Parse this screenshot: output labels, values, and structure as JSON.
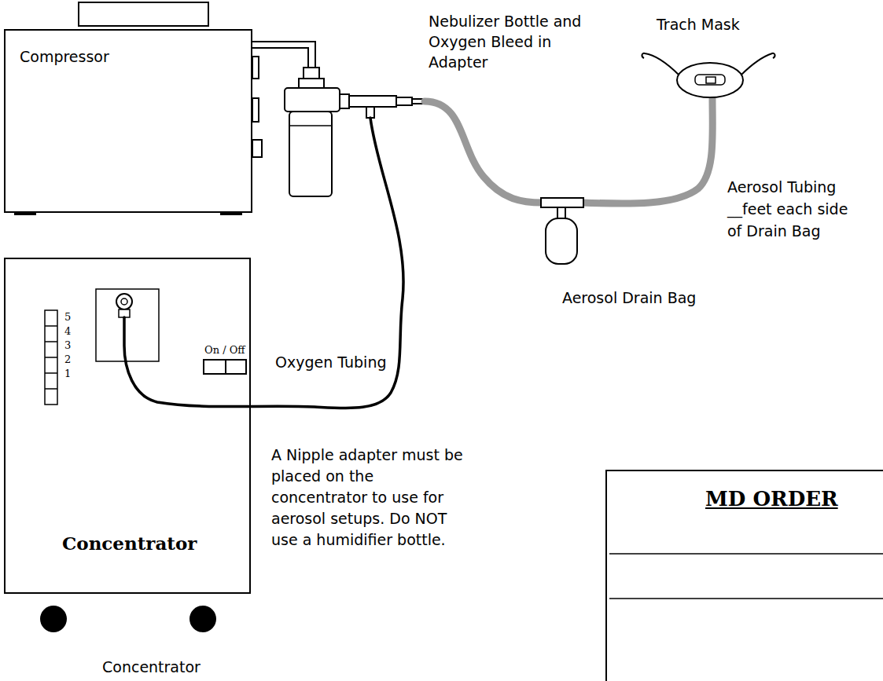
{
  "diagram": {
    "nodes": [
      {
        "text": [
          "Compressor"
        ]
      },
      {
        "text": [
          "Concentrator"
        ]
      },
      {
        "text": [
          "On / Off"
        ],
        "in": 1
      },
      {
        "text": [
          "MD ORDER"
        ]
      }
    ],
    "labels": [
      "Nebulizer Bottle and Oxygen Bleed in Adapter",
      "Trach Mask",
      "Aerosol Tubing __feet each side of Drain Bag",
      "Aerosol Drain Bag",
      "Oxygen Tubing",
      "5",
      "4",
      "3",
      "2",
      "1",
      "A Nipple adapter must be placed on the concentrator to use for aerosol setups. Do NOT use a humidifier bottle.",
      "Concentrator"
    ]
  }
}
